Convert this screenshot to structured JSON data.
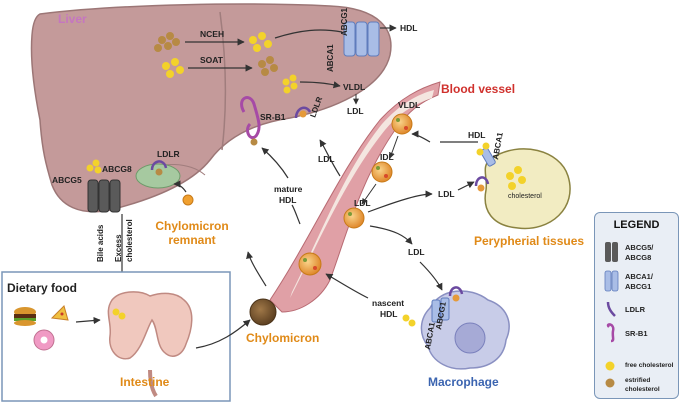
{
  "organs": {
    "liver": "Liver",
    "intestine": "Intestine",
    "blood_vessel": "Blood vessel",
    "peripheral_tissues": "Perypherial tissues",
    "macrophage": "Macrophage",
    "dietary_food": "Dietary food"
  },
  "particles": {
    "chylomicron": "Chylomicron",
    "chylomicron_remnant_1": "Chylomicron",
    "chylomicron_remnant_2": "remnant",
    "vldl_in_vessel": "VLDL",
    "idl_in_vessel": "IDL",
    "ldl_in_vessel": "LDL"
  },
  "labels": {
    "nceh": "NCEH",
    "soat": "SOAT",
    "abcg1_liver": "ABCG1",
    "abca1_liver": "ABCA1",
    "hdl_out": "HDL",
    "vldl_out": "VLDL",
    "ldl_out": "LDL",
    "ldlr_liver": "LDLR",
    "srb1": "SR-B1",
    "abcg5": "ABCG5",
    "abcg8": "ABCG8",
    "ldlr_intestine": "LDLR",
    "bile_acids": "Bile acids",
    "excess_1": "Excess",
    "excess_2": "cholesterol",
    "ldl_to_liver": "LDL",
    "mature_1": "mature",
    "mature_2": "HDL",
    "hdl_tissue": "HDL",
    "abca1_tissue": "ABCA1",
    "cholesterol": "cholesterol",
    "ldl_to_tissue": "LDL",
    "ldl_to_macrophage": "LDL",
    "nascent_1": "nascent",
    "nascent_2": "HDL",
    "abca1_macro": "ABCA1",
    "abcg1_macro": "ABCG1"
  },
  "legend": {
    "title": "LEGEND",
    "items": [
      {
        "label1": "ABCG5/",
        "label2": "ABCG8"
      },
      {
        "label1": "ABCA1/",
        "label2": "ABCG1"
      },
      {
        "label1": "LDLR",
        "label2": ""
      },
      {
        "label1": "SR-B1",
        "label2": ""
      },
      {
        "label1": "free cholesterol",
        "label2": ""
      },
      {
        "label1": "estrified",
        "label2": "cholesterol"
      }
    ]
  },
  "colors": {
    "liver": "#c49a9a",
    "liver_stroke": "#9c7676",
    "vessel_wall": "#e0a0a6",
    "vessel_lumen": "#f4e6e0",
    "vessel_label": "#d0312d",
    "liver_label": "#c576c0",
    "orange_label": "#e08a18",
    "macrophage_label": "#3b64b0",
    "tissue": "#f2ecc2",
    "free_cholesterol": "#f3d22a",
    "esterified_cholesterol": "#b78a44"
  }
}
